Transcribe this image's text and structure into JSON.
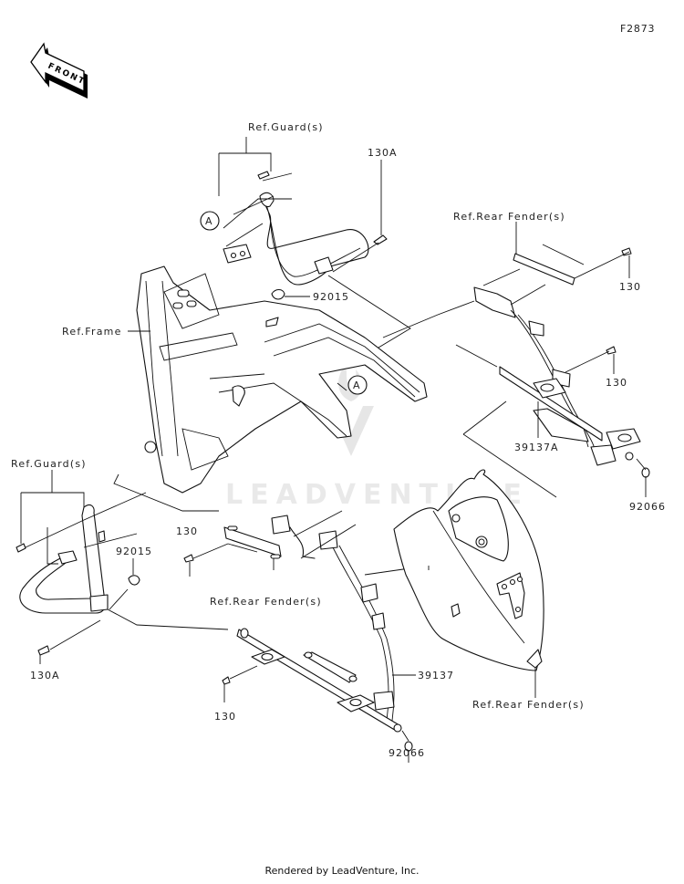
{
  "figure_number": "F2873",
  "front_arrow_label": "FRONT",
  "watermark": "LEADVENTURE",
  "footer": "Rendered by LeadVenture, Inc.",
  "callouts": {
    "ref_guard_top": "Ref.Guard(s)",
    "ref_guard_left": "Ref.Guard(s)",
    "ref_frame": "Ref.Frame",
    "ref_rear_fender_top": "Ref.Rear Fender(s)",
    "ref_rear_fender_mid": "Ref.Rear Fender(s)",
    "ref_rear_fender_bottom": "Ref.Rear Fender(s)",
    "marker_a_top": "A",
    "marker_a_frame": "A"
  },
  "parts": [
    {
      "id": "p1",
      "number": "130A"
    },
    {
      "id": "p2",
      "number": "92015"
    },
    {
      "id": "p3",
      "number": "130"
    },
    {
      "id": "p4",
      "number": "130"
    },
    {
      "id": "p5",
      "number": "39137A"
    },
    {
      "id": "p6",
      "number": "92066"
    },
    {
      "id": "p7",
      "number": "92015"
    },
    {
      "id": "p8",
      "number": "130"
    },
    {
      "id": "p9",
      "number": "130A"
    },
    {
      "id": "p10",
      "number": "39137"
    },
    {
      "id": "p11",
      "number": "130"
    },
    {
      "id": "p12",
      "number": "92066"
    }
  ]
}
